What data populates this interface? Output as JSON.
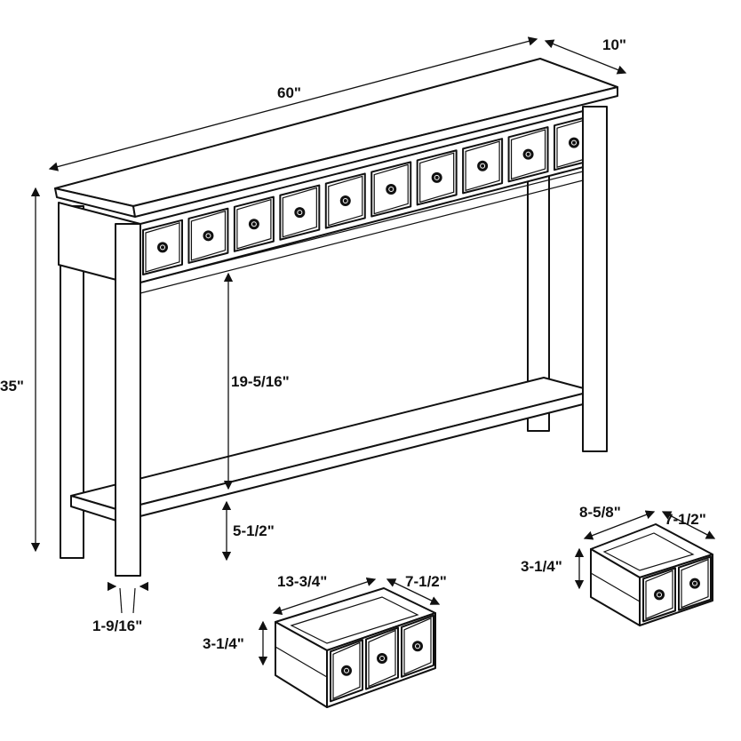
{
  "diagram": {
    "labels": {
      "length": "60\"",
      "depth": "10\"",
      "height": "35\"",
      "shelf_clearance": "19-5/16\"",
      "shelf_height": "5-1/2\"",
      "leg_width": "1-9/16\"",
      "large_drawer_width": "13-3/4\"",
      "large_drawer_depth": "7-1/2\"",
      "large_drawer_height": "3-1/4\"",
      "small_drawer_width": "8-5/8\"",
      "small_drawer_depth": "7-1/2\"",
      "small_drawer_height": "3-1/4\""
    },
    "front_drawer_count": 10,
    "colors": {
      "line": "#111111",
      "background": "#ffffff"
    }
  }
}
